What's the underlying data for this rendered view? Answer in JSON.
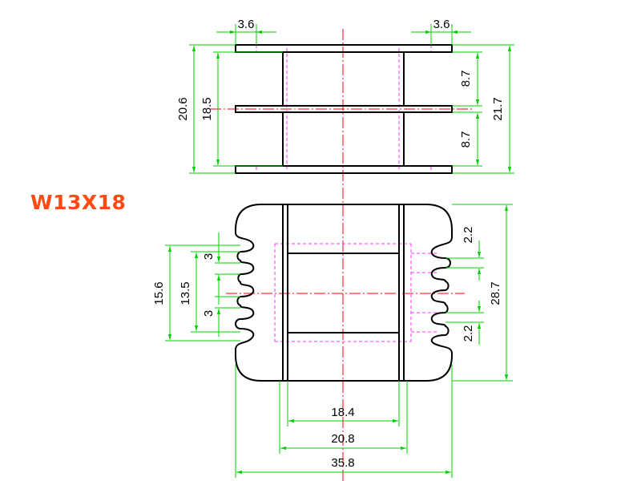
{
  "title": "W13X18",
  "colors": {
    "title": "#ff4a14",
    "outline": "#000000",
    "dimension": "#00d000",
    "centerline": "#ff0000",
    "hidden": "#ff33ff"
  },
  "top_view": {
    "flange_width_left": "3.6",
    "flange_width_right": "3.6",
    "overall_inner": "20.6",
    "inner_span": "18.5",
    "upper_pitch": "8.7",
    "lower_pitch": "8.7",
    "overall_height": "21.7"
  },
  "front_view": {
    "slot_pitch_left": "15.6",
    "slot_inner_left": "13.5",
    "slot_width_upper": "3",
    "slot_width_lower": "3",
    "slot_upper_right": "2.2",
    "slot_lower_right": "2.2",
    "overall_height": "28.7",
    "inner_width": "18.4",
    "mid_width": "20.8",
    "overall_width": "35.8"
  }
}
